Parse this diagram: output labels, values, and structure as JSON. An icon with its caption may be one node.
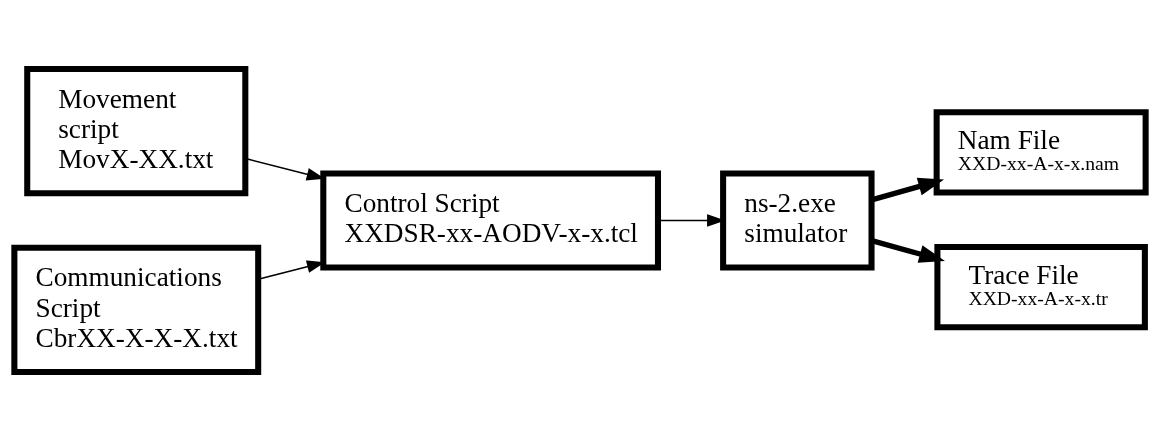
{
  "diagram": {
    "nodes": [
      {
        "text": [
          "Movement script",
          "MovX-XX.txt"
        ]
      },
      {
        "text": [
          "Communications Script",
          "CbrXX-X-X-X.txt"
        ]
      },
      {
        "text": [
          "Control Script",
          "XXDSR-xx-AODV-x-x.tcl"
        ]
      },
      {
        "text": [
          "ns-2.exe simulator"
        ]
      },
      {
        "text": [
          "Nam File",
          "XXD-xx-A-x-x.nam"
        ]
      },
      {
        "text": [
          "Trace File",
          "XXD-xx-A-x-x.tr"
        ]
      }
    ],
    "edges": [
      {
        "from": 0,
        "to": 2,
        "arrow": "to"
      },
      {
        "from": 1,
        "to": 2,
        "arrow": "to"
      },
      {
        "from": 2,
        "to": 3,
        "arrow": "to"
      },
      {
        "from": 3,
        "to": 4,
        "arrow": "to",
        "style": "thick"
      },
      {
        "from": 3,
        "to": 5,
        "arrow": "to",
        "style": "thick"
      }
    ]
  }
}
